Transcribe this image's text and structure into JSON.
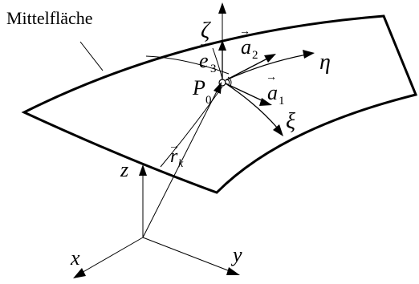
{
  "diagram": {
    "surface_label": "Mittelfläche",
    "point_label": "P",
    "point_sub": "0",
    "local_axes": {
      "zeta": "ζ",
      "eta": "η",
      "xi": "ξ"
    },
    "vectors": {
      "e3": {
        "letter": "e",
        "sub": "3"
      },
      "a2": {
        "letter": "a",
        "sub": "2"
      },
      "a1": {
        "letter": "a",
        "sub": "1"
      },
      "rk": {
        "letter": "r",
        "sub": "k"
      }
    },
    "global_axes": {
      "x": "x",
      "y": "y",
      "z": "z"
    },
    "colors": {
      "ink": "#000000",
      "background": "#ffffff"
    }
  }
}
